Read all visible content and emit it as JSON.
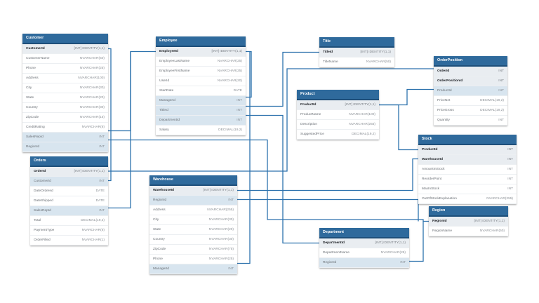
{
  "colors": {
    "header": "#2f6a9c",
    "link": "#2d72ad",
    "pk_row": "#e9edf1",
    "fk_row": "#d8e5ef"
  },
  "tables": [
    {
      "id": "customer",
      "name": "Customer",
      "rows": [
        {
          "col": "CustomerId",
          "type": "[INT] IDENTITY(1,1)",
          "pk": true
        },
        {
          "col": "CustomerName",
          "type": "NVARCHAR(50)"
        },
        {
          "col": "Phone",
          "type": "NVARCHAR(25)"
        },
        {
          "col": "Address",
          "type": "NVARCHAR(100)"
        },
        {
          "col": "City",
          "type": "NVARCHAR(30)"
        },
        {
          "col": "State",
          "type": "NVARCHAR(20)"
        },
        {
          "col": "Country",
          "type": "NVARCHAR(30)"
        },
        {
          "col": "ZipCode",
          "type": "NVARCHAR(15)"
        },
        {
          "col": "CreditRating",
          "type": "NVARCHAR(8)"
        },
        {
          "col": "SalesRepId",
          "type": "INT",
          "fk": true
        },
        {
          "col": "RegionId",
          "type": "INT",
          "fk": true
        }
      ]
    },
    {
      "id": "orders",
      "name": "Orders",
      "rows": [
        {
          "col": "OrderId",
          "type": "[INT] IDENTITY(1,1)",
          "pk": true
        },
        {
          "col": "CustomerId",
          "type": "INT",
          "fk": true
        },
        {
          "col": "DateOrdered",
          "type": "DATE"
        },
        {
          "col": "DateShipped",
          "type": "DATE"
        },
        {
          "col": "SalesRepId",
          "type": "INT",
          "fk": true
        },
        {
          "col": "Total",
          "type": "DECIMAL(19,2)"
        },
        {
          "col": "PaymentType",
          "type": "NVARCHAR(8)"
        },
        {
          "col": "OrderFilled",
          "type": "NVARCHAR(1)"
        }
      ]
    },
    {
      "id": "employee",
      "name": "Employee",
      "rows": [
        {
          "col": "EmployeeId",
          "type": "[INT] IDENTITY(1,1)",
          "pk": true
        },
        {
          "col": "EmployeeLastName",
          "type": "NVARCHAR(25)"
        },
        {
          "col": "EmployeeFirstName",
          "type": "NVARCHAR(25)"
        },
        {
          "col": "UserId",
          "type": "NVARCHAR(20)"
        },
        {
          "col": "StartDate",
          "type": "DATE"
        },
        {
          "col": "ManagerId",
          "type": "INT",
          "fk": true
        },
        {
          "col": "TitleId",
          "type": "INT",
          "fk": true
        },
        {
          "col": "DepartmentId",
          "type": "INT",
          "fk": true
        },
        {
          "col": "Salary",
          "type": "DECIMAL(19,2)"
        }
      ]
    },
    {
      "id": "warehouse",
      "name": "Warehouse",
      "rows": [
        {
          "col": "WarehouseId",
          "type": "[INT] IDENTITY(1,1)",
          "pk": true
        },
        {
          "col": "RegionId",
          "type": "INT",
          "fk": true
        },
        {
          "col": "Address",
          "type": "NVARCHAR(255)"
        },
        {
          "col": "City",
          "type": "NVARCHAR(30)"
        },
        {
          "col": "State",
          "type": "NVARCHAR(20)"
        },
        {
          "col": "Country",
          "type": "NVARCHAR(30)"
        },
        {
          "col": "ZipCode",
          "type": "NVARCHAR(75)"
        },
        {
          "col": "Phone",
          "type": "NVARCHAR(25)"
        },
        {
          "col": "ManagerId",
          "type": "INT",
          "fk": true
        }
      ]
    },
    {
      "id": "title",
      "name": "Title",
      "rows": [
        {
          "col": "TitleId",
          "type": "[INT] IDENTITY(1,1)",
          "pk": true
        },
        {
          "col": "TitleName",
          "type": "NVARCHAR(50)"
        }
      ]
    },
    {
      "id": "product",
      "name": "Product",
      "rows": [
        {
          "col": "ProductId",
          "type": "[INT] IDENTITY(1,1)",
          "pk": true
        },
        {
          "col": "ProductName",
          "type": "NVARCHAR(100)"
        },
        {
          "col": "Description",
          "type": "NVARCHAR(255)"
        },
        {
          "col": "SuggestedPrice",
          "type": "DECIMAL(19,2)"
        }
      ]
    },
    {
      "id": "department",
      "name": "Department",
      "rows": [
        {
          "col": "DepartmentId",
          "type": "[INT] IDENTITY(1,1)",
          "pk": true
        },
        {
          "col": "DepartmentName",
          "type": "NVARCHAR(25)"
        },
        {
          "col": "RegionId",
          "type": "INT",
          "fk": true
        }
      ]
    },
    {
      "id": "orderposition",
      "name": "OrderPosition",
      "rows": [
        {
          "col": "OrderId",
          "type": "INT",
          "pk": true
        },
        {
          "col": "OrderPositionId",
          "type": "INT",
          "pk": true
        },
        {
          "col": "ProductId",
          "type": "INT",
          "fk": true
        },
        {
          "col": "PriceNet",
          "type": "DECIMAL(19,2)"
        },
        {
          "col": "PriceGross",
          "type": "DECIMAL(19,2)"
        },
        {
          "col": "Quantity",
          "type": "INT"
        }
      ]
    },
    {
      "id": "stock",
      "name": "Stock",
      "rows": [
        {
          "col": "ProductId",
          "type": "INT",
          "pk": true
        },
        {
          "col": "WarehouseId",
          "type": "INT",
          "pk": true
        },
        {
          "col": "AmountInStock",
          "type": "INT"
        },
        {
          "col": "ReorderPoint",
          "type": "INT"
        },
        {
          "col": "MaxInStock",
          "type": "INT"
        },
        {
          "col": "OutOfStockExplanation",
          "type": "NVARCHAR(255)"
        }
      ]
    },
    {
      "id": "region",
      "name": "Region",
      "rows": [
        {
          "col": "RegionId",
          "type": "[INT] IDENTITY(1,1)",
          "pk": true
        },
        {
          "col": "RegionName",
          "type": "NVARCHAR(50)"
        }
      ]
    }
  ]
}
